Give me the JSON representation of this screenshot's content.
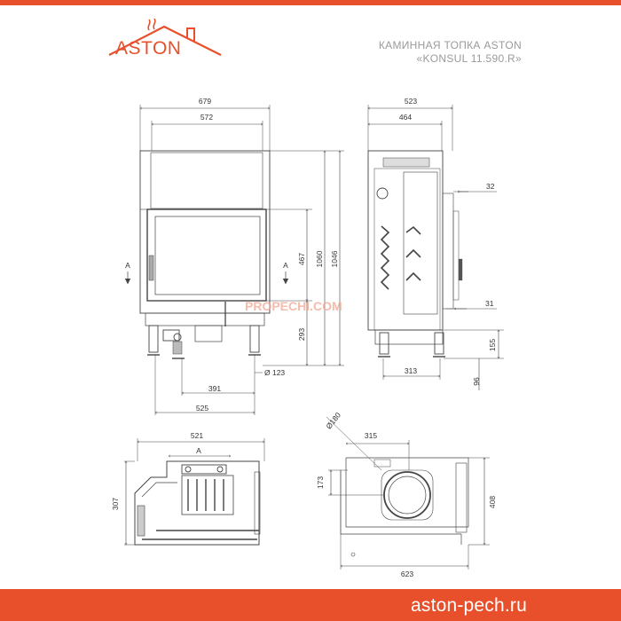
{
  "brand": {
    "name": "ASTON"
  },
  "title": {
    "line1": "КАМИННАЯ ТОПКА ASTON",
    "line2": "«KONSUL 11.590.R»"
  },
  "footer": {
    "url": "aston-pech.ru"
  },
  "watermark": "PROPECHI.COM",
  "colors": {
    "accent": "#e8502c",
    "line": "#444444",
    "dim": "#555555"
  },
  "front_view": {
    "width_total": "679",
    "width_glass": "572",
    "height_door": "467",
    "height_total_1": "1060",
    "height_total_2": "1046",
    "height_legs": "293",
    "flue_diameter": "Ø 123",
    "width_base_1": "391",
    "width_base_2": "525",
    "section_mark_left": "A",
    "section_mark_right": "A"
  },
  "side_view": {
    "width_total": "523",
    "width_inner": "464",
    "dim_32": "32",
    "dim_31": "31",
    "width_bottom": "313",
    "dim_155": "155",
    "dim_96": "96"
  },
  "plan_view": {
    "width": "521",
    "section_mark": "A",
    "depth": "307"
  },
  "top_view": {
    "flue_diameter": "Ø180",
    "offset_x": "315",
    "offset_y": "173",
    "depth": "408",
    "width": "623"
  }
}
